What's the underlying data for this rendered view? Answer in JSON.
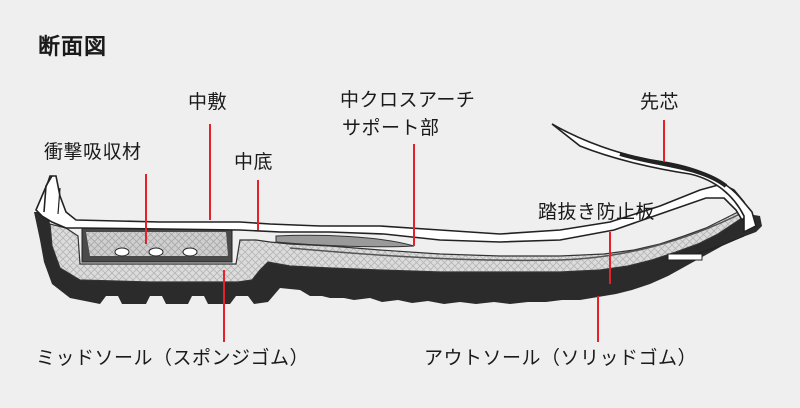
{
  "title": "断面図",
  "labels": {
    "chujiki": "中敷",
    "shock_absorber": "衝撃吸収材",
    "chuzoko": "中底",
    "arch_support_line1": "中クロスアーチ",
    "arch_support_line2": "サポート部",
    "toe_cap": "先芯",
    "nail_guard": "踏抜き防止板",
    "midsole": "ミッドソール（スポンジゴム）",
    "outsole": "アウトソール（ソリッドゴム）"
  },
  "colors": {
    "background": "#efefef",
    "pointer_line": "#e8202a",
    "outsole": "#2b2b2b",
    "midsole": "#d9d9d9",
    "insole": "#ffffff",
    "shock_absorber": "#4a4a4a"
  }
}
